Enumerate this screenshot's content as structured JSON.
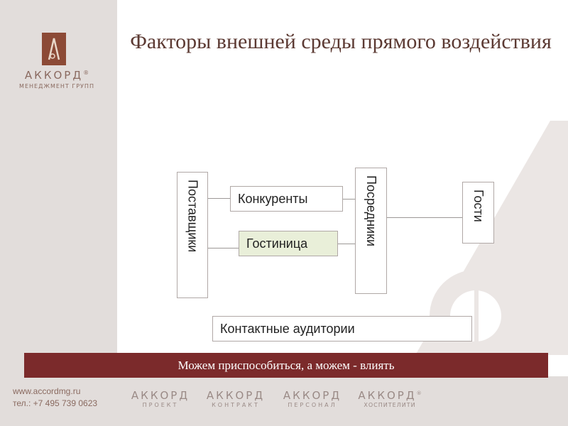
{
  "title": "Факторы внешней среды прямого воздействия",
  "logo": {
    "name": "АККОРД",
    "registered": "®",
    "subtitle": "МЕНЕДЖМЕНТ ГРУПП"
  },
  "diagram": {
    "nodes": {
      "suppliers": "Поставщики",
      "competitors": "Конкуренты",
      "hotel": "Гостиница",
      "intermediaries": "Посредники",
      "guests": "Гости",
      "contact_audiences": "Контактные аудитории"
    }
  },
  "banner": "Можем приспособиться, а можем - влиять",
  "footer": {
    "website": "www.accordmg.ru",
    "phone": "тел.: +7 495 739 0623",
    "logos": [
      {
        "name": "АККОРД",
        "sub": "ПРОЕКТ"
      },
      {
        "name": "АККОРД",
        "sub": "КОНТРАКТ"
      },
      {
        "name": "АККОРД",
        "sub": "ПЕРСОНАЛ"
      },
      {
        "name": "АККОРД",
        "sub": "ХОСПИТЕЛИТИ"
      }
    ]
  },
  "colors": {
    "accent": "#7b2a2b",
    "logo_brown": "#8c4a36",
    "sidebar": "#e2dddb",
    "hotel_fill": "#e9efd9"
  }
}
